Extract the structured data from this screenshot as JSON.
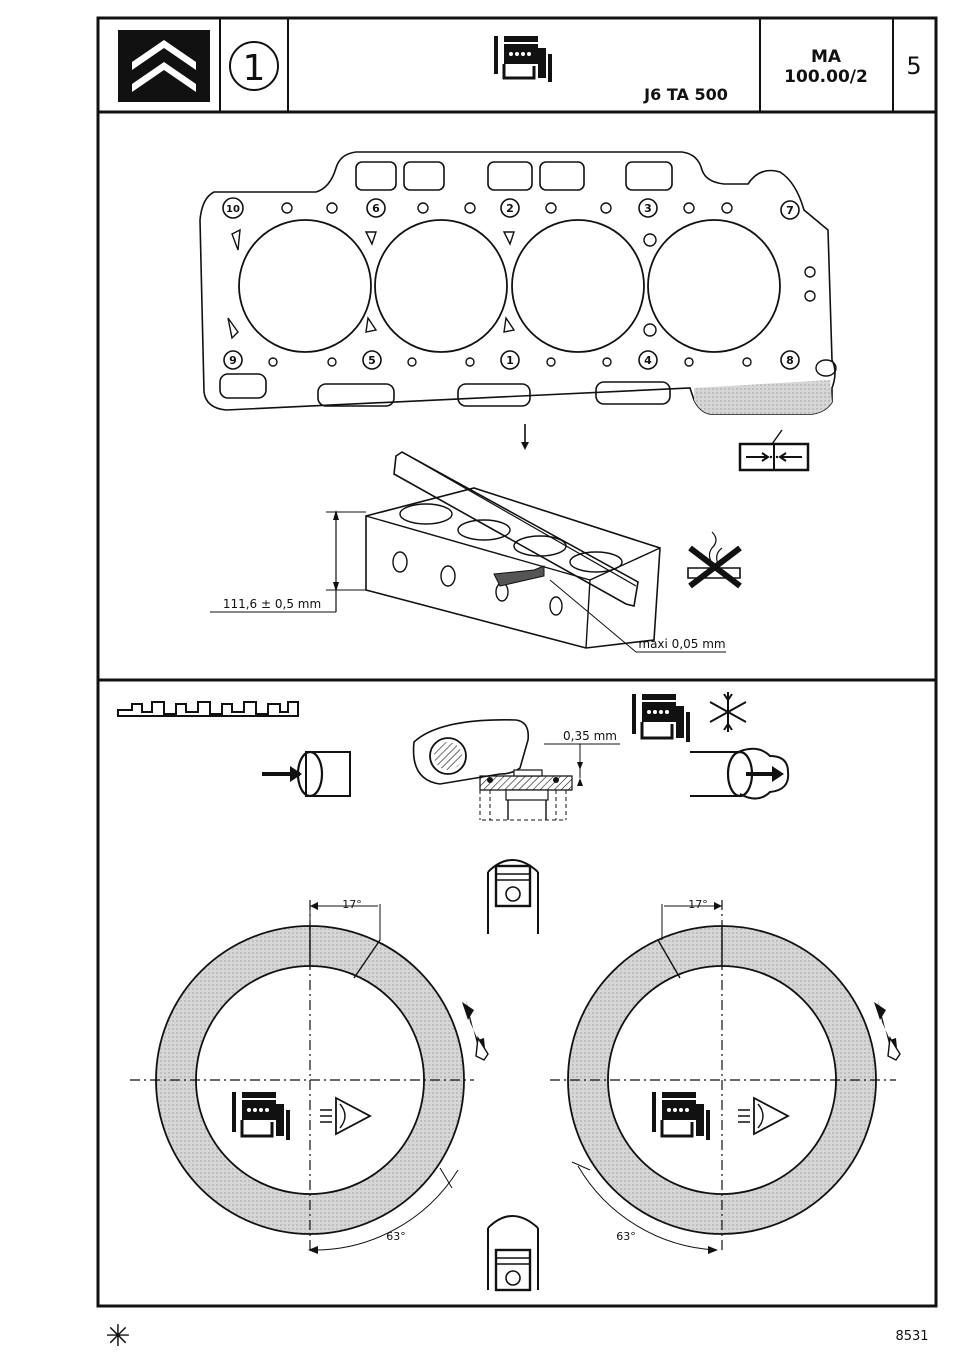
{
  "header": {
    "section_number": "1",
    "engine_code": "J6 TA 500",
    "manual_code": "MA",
    "manual_ref": "100.00/2",
    "page_number": "5"
  },
  "gasket": {
    "bolt_order": [
      "1",
      "2",
      "3",
      "4",
      "5",
      "6",
      "7",
      "8",
      "9",
      "10"
    ]
  },
  "block_check": {
    "height_spec": "111,6 ± 0,5 mm",
    "flatness_spec": "maxi 0,05 mm"
  },
  "valve_clearance": {
    "clearance_spec": "0,35 mm"
  },
  "timing": {
    "intake_advance_left": "17°",
    "intake_advance_right": "17°",
    "retard_left": "63°",
    "retard_right": "63°"
  },
  "footer": {
    "star_mark": "✳",
    "doc_number": "8531"
  },
  "colors": {
    "ink": "#111111",
    "shade": "#cfcfcf"
  }
}
